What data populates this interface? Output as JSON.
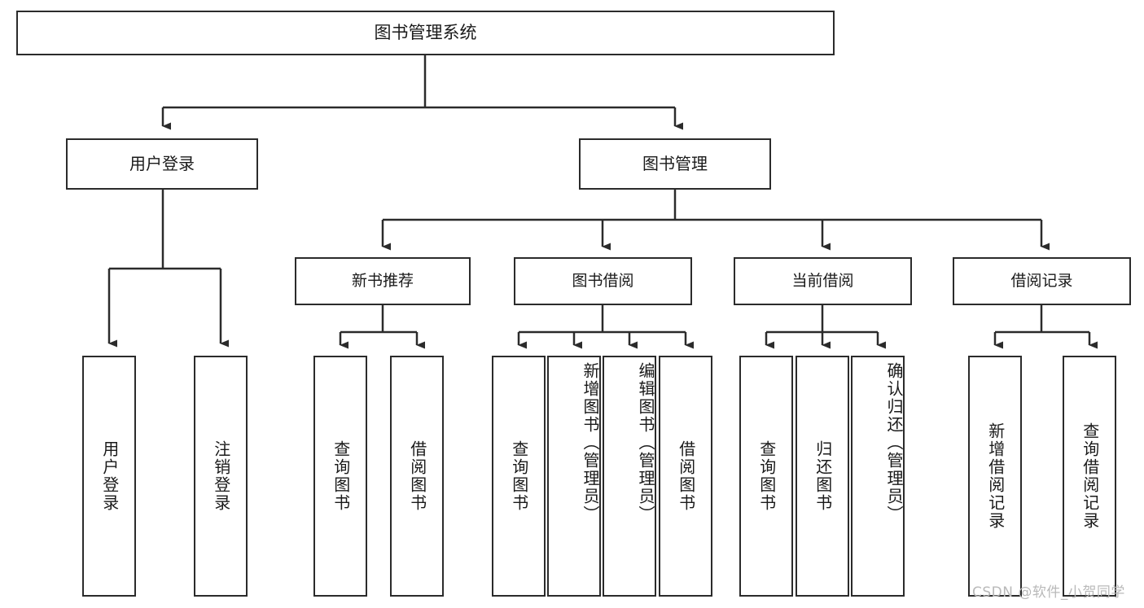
{
  "diagram": {
    "title": "图书管理系统",
    "type": "功能结构图",
    "root": {
      "id": "root",
      "label": "图书管理系统"
    },
    "level1": [
      {
        "id": "user-login",
        "label": "用户登录"
      },
      {
        "id": "book-manage",
        "label": "图书管理"
      }
    ],
    "level2": [
      {
        "id": "new-book-rec",
        "label": "新书推荐",
        "parent": "book-manage"
      },
      {
        "id": "book-borrow",
        "label": "图书借阅",
        "parent": "book-manage"
      },
      {
        "id": "current-borrow",
        "label": "当前借阅",
        "parent": "book-manage"
      },
      {
        "id": "borrow-record",
        "label": "借阅记录",
        "parent": "book-manage"
      }
    ],
    "leaves": [
      {
        "id": "leaf-user-login",
        "label": "用户登录",
        "parent": "user-login"
      },
      {
        "id": "leaf-user-logout",
        "label": "注销登录",
        "parent": "user-login"
      },
      {
        "id": "leaf-query-book-1",
        "label": "查询图书",
        "parent": "new-book-rec"
      },
      {
        "id": "leaf-borrow-book-1",
        "label": "借阅图书",
        "parent": "new-book-rec"
      },
      {
        "id": "leaf-query-book-2",
        "label": "查询图书",
        "parent": "book-borrow"
      },
      {
        "id": "leaf-add-book",
        "label": "新增图书（管理员）",
        "parent": "book-borrow"
      },
      {
        "id": "leaf-edit-book",
        "label": "编辑图书（管理员）",
        "parent": "book-borrow"
      },
      {
        "id": "leaf-borrow-book-2",
        "label": "借阅图书",
        "parent": "book-borrow"
      },
      {
        "id": "leaf-query-book-3",
        "label": "查询图书",
        "parent": "current-borrow"
      },
      {
        "id": "leaf-return-book",
        "label": "归还图书",
        "parent": "current-borrow"
      },
      {
        "id": "leaf-confirm-return",
        "label": "确认归还（管理员）",
        "parent": "current-borrow"
      },
      {
        "id": "leaf-add-record",
        "label": "新增借阅记录",
        "parent": "borrow-record"
      },
      {
        "id": "leaf-query-record",
        "label": "查询借阅记录",
        "parent": "borrow-record"
      }
    ],
    "watermark": "CSDN @软件_小贺同学",
    "colors": {
      "border": "#2b2b2b",
      "text": "#1a1a1a",
      "background": "#ffffff",
      "watermark": "#b9b9b9"
    }
  }
}
